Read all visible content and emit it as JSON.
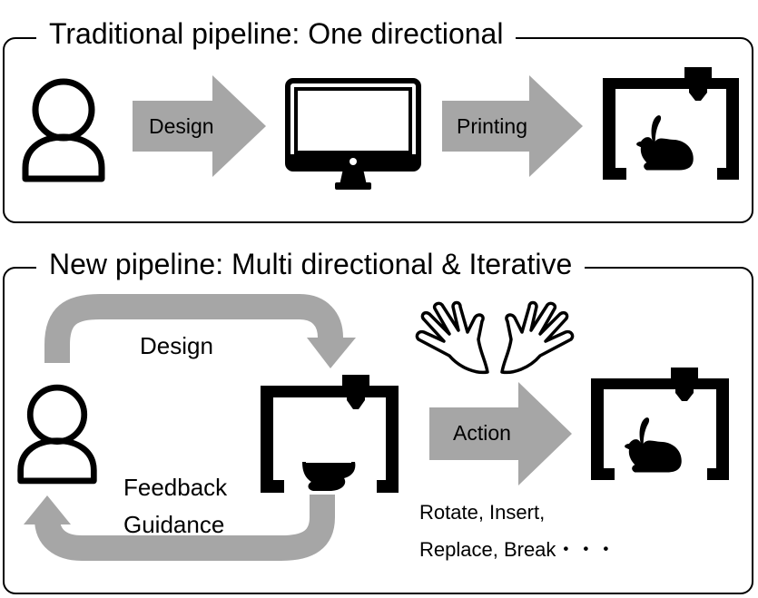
{
  "top_panel": {
    "title": "Traditional pipeline: One directional",
    "design_label": "Design",
    "printing_label": "Printing",
    "icons": [
      "user-icon",
      "monitor-icon",
      "printer-icon",
      "bunny-icon"
    ]
  },
  "bottom_panel": {
    "title": "New pipeline: Multi directional & Iterative",
    "design_label": "Design",
    "feedback_label": "Feedback",
    "guidance_label": "Guidance",
    "action_label": "Action",
    "actions_line1": "Rotate, Insert,",
    "actions_line2": "Replace, Break・・・",
    "icons": [
      "user-icon",
      "printer-icon",
      "partial-print-icon",
      "hands-icon",
      "bunny-icon"
    ]
  },
  "colors": {
    "arrow": "#a6a6a6",
    "line": "#000000",
    "background": "#ffffff"
  }
}
